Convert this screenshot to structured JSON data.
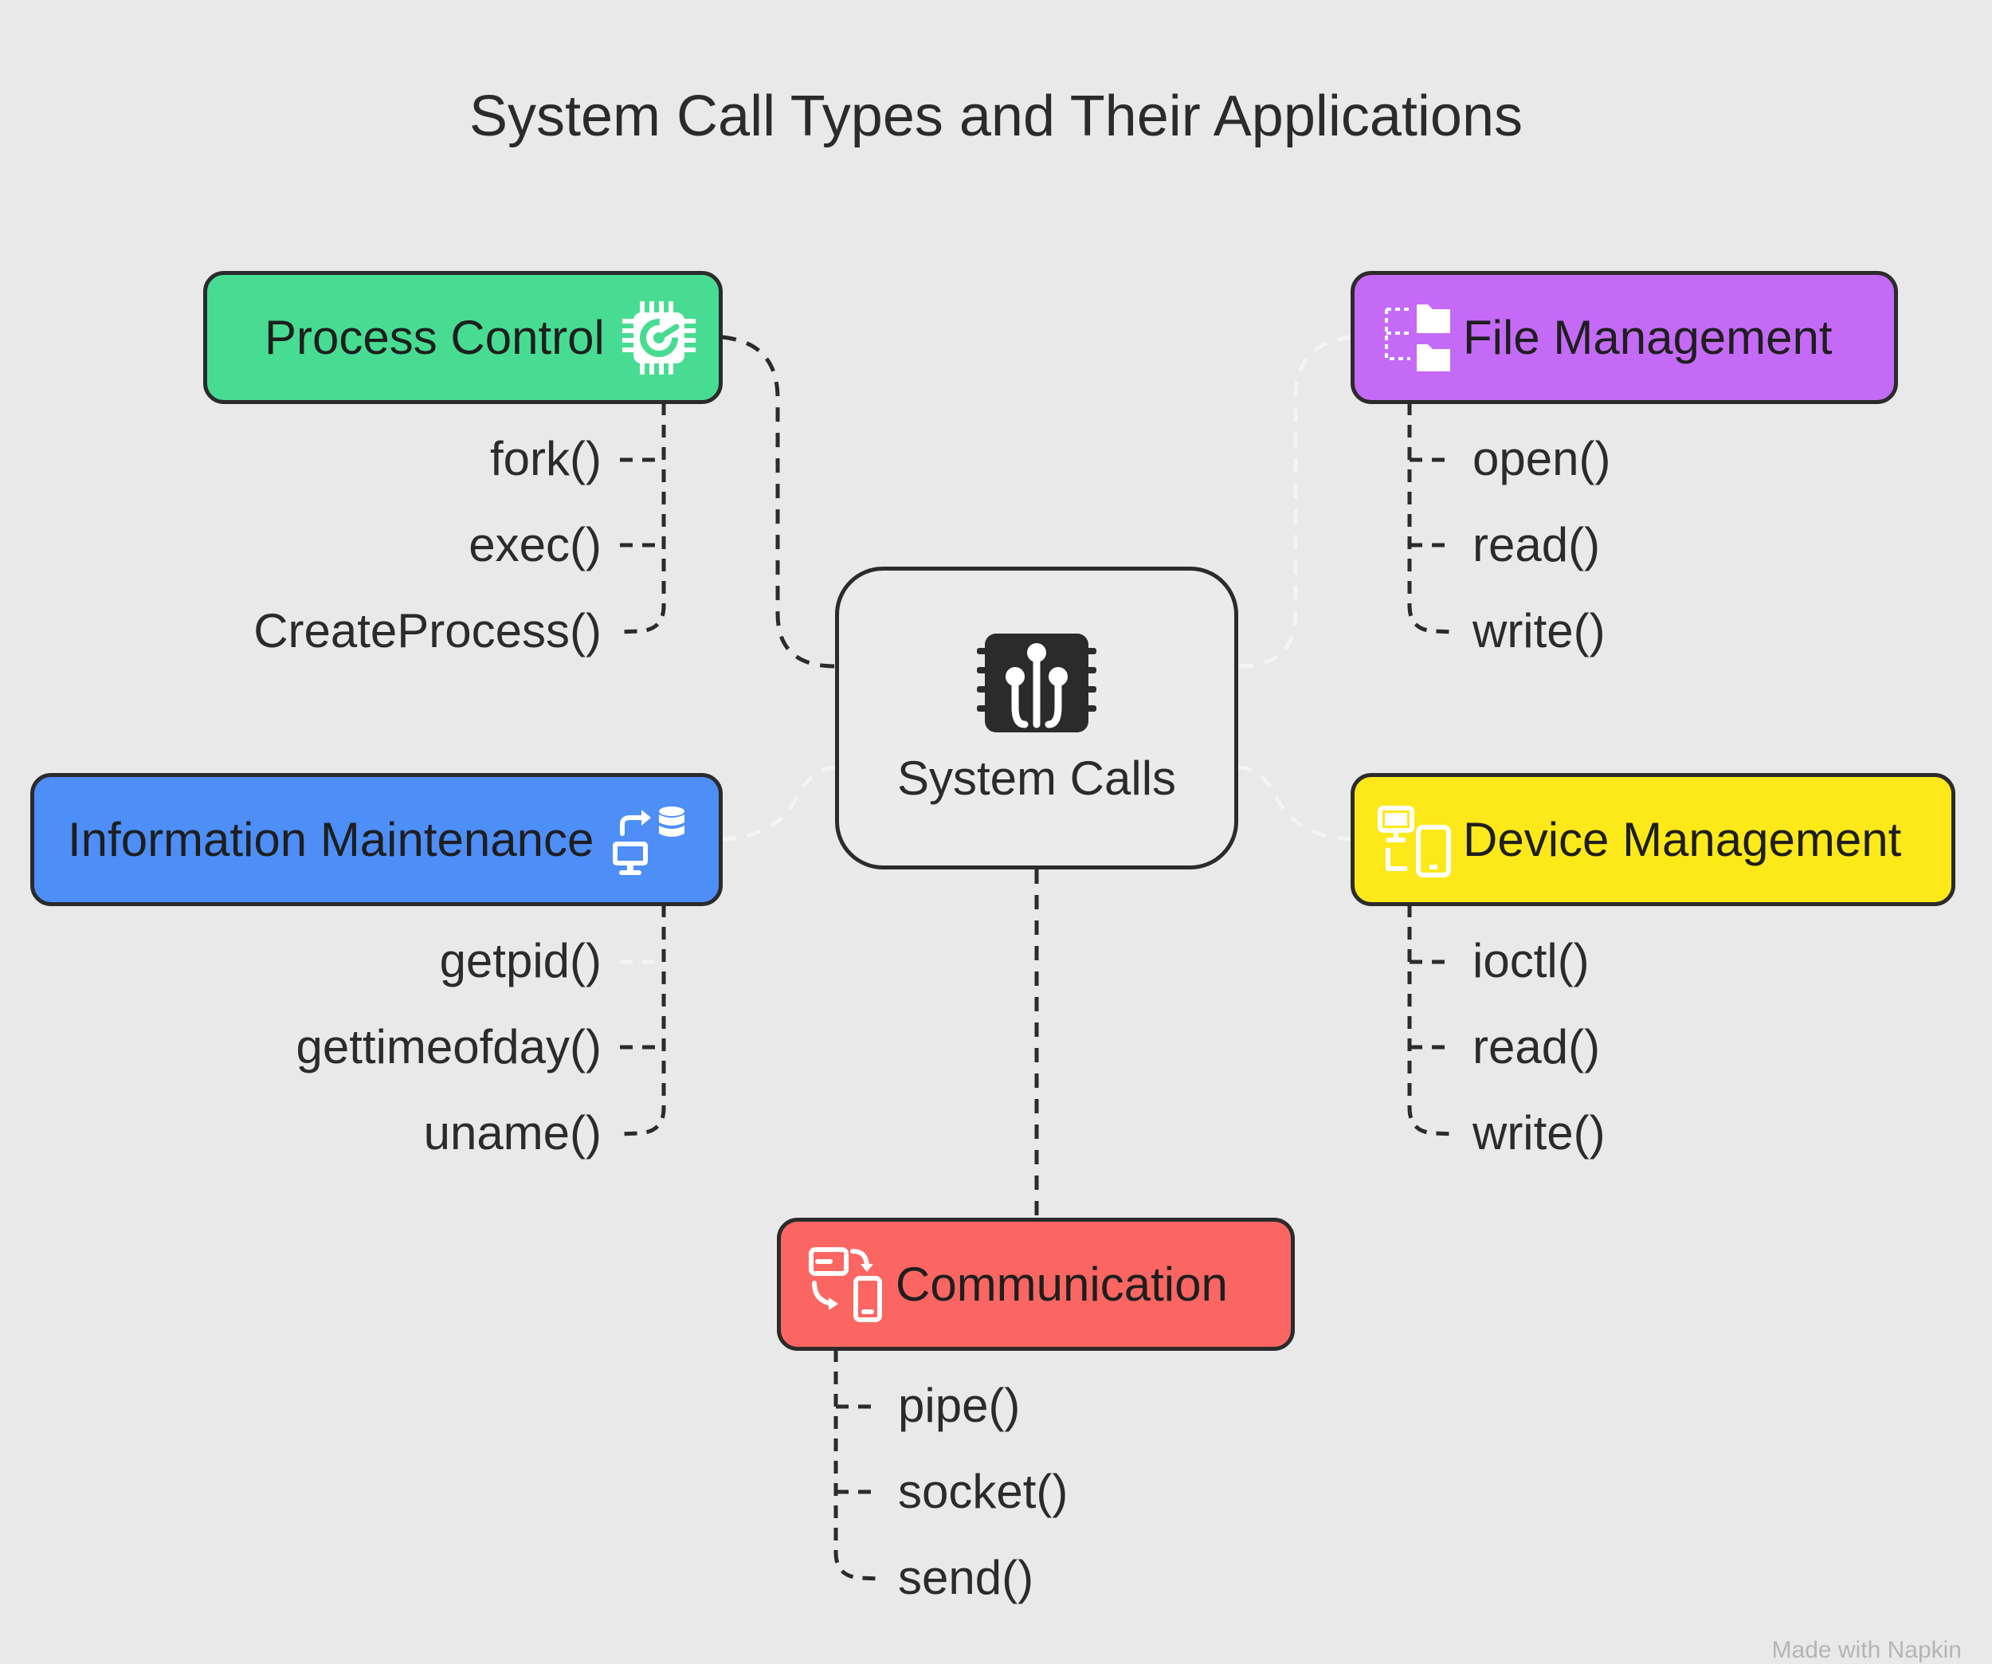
{
  "title": "System Call Types and Their Applications",
  "center": {
    "label": "System Calls",
    "icon": "chip-icon"
  },
  "categories": {
    "process_control": {
      "label": "Process Control",
      "color": "#47dc91",
      "icon": "cpu-gear-icon",
      "items": [
        "fork()",
        "exec()",
        "CreateProcess()"
      ]
    },
    "file_management": {
      "label": "File Management",
      "color": "#c56af7",
      "icon": "folder-tree-icon",
      "items": [
        "open()",
        "read()",
        "write()"
      ]
    },
    "information_maintenance": {
      "label": "Information Maintenance",
      "color": "#4d8ef7",
      "icon": "computer-database-sync-icon",
      "items": [
        "getpid()",
        "gettimeofday()",
        "uname()"
      ]
    },
    "device_management": {
      "label": "Device Management",
      "color": "#fde81a",
      "icon": "devices-icon",
      "items": [
        "ioctl()",
        "read()",
        "write()"
      ]
    },
    "communication": {
      "label": "Communication",
      "color": "#fb6662",
      "icon": "device-exchange-icon",
      "items": [
        "pipe()",
        "socket()",
        "send()"
      ]
    }
  },
  "footer": "Made with Napkin"
}
